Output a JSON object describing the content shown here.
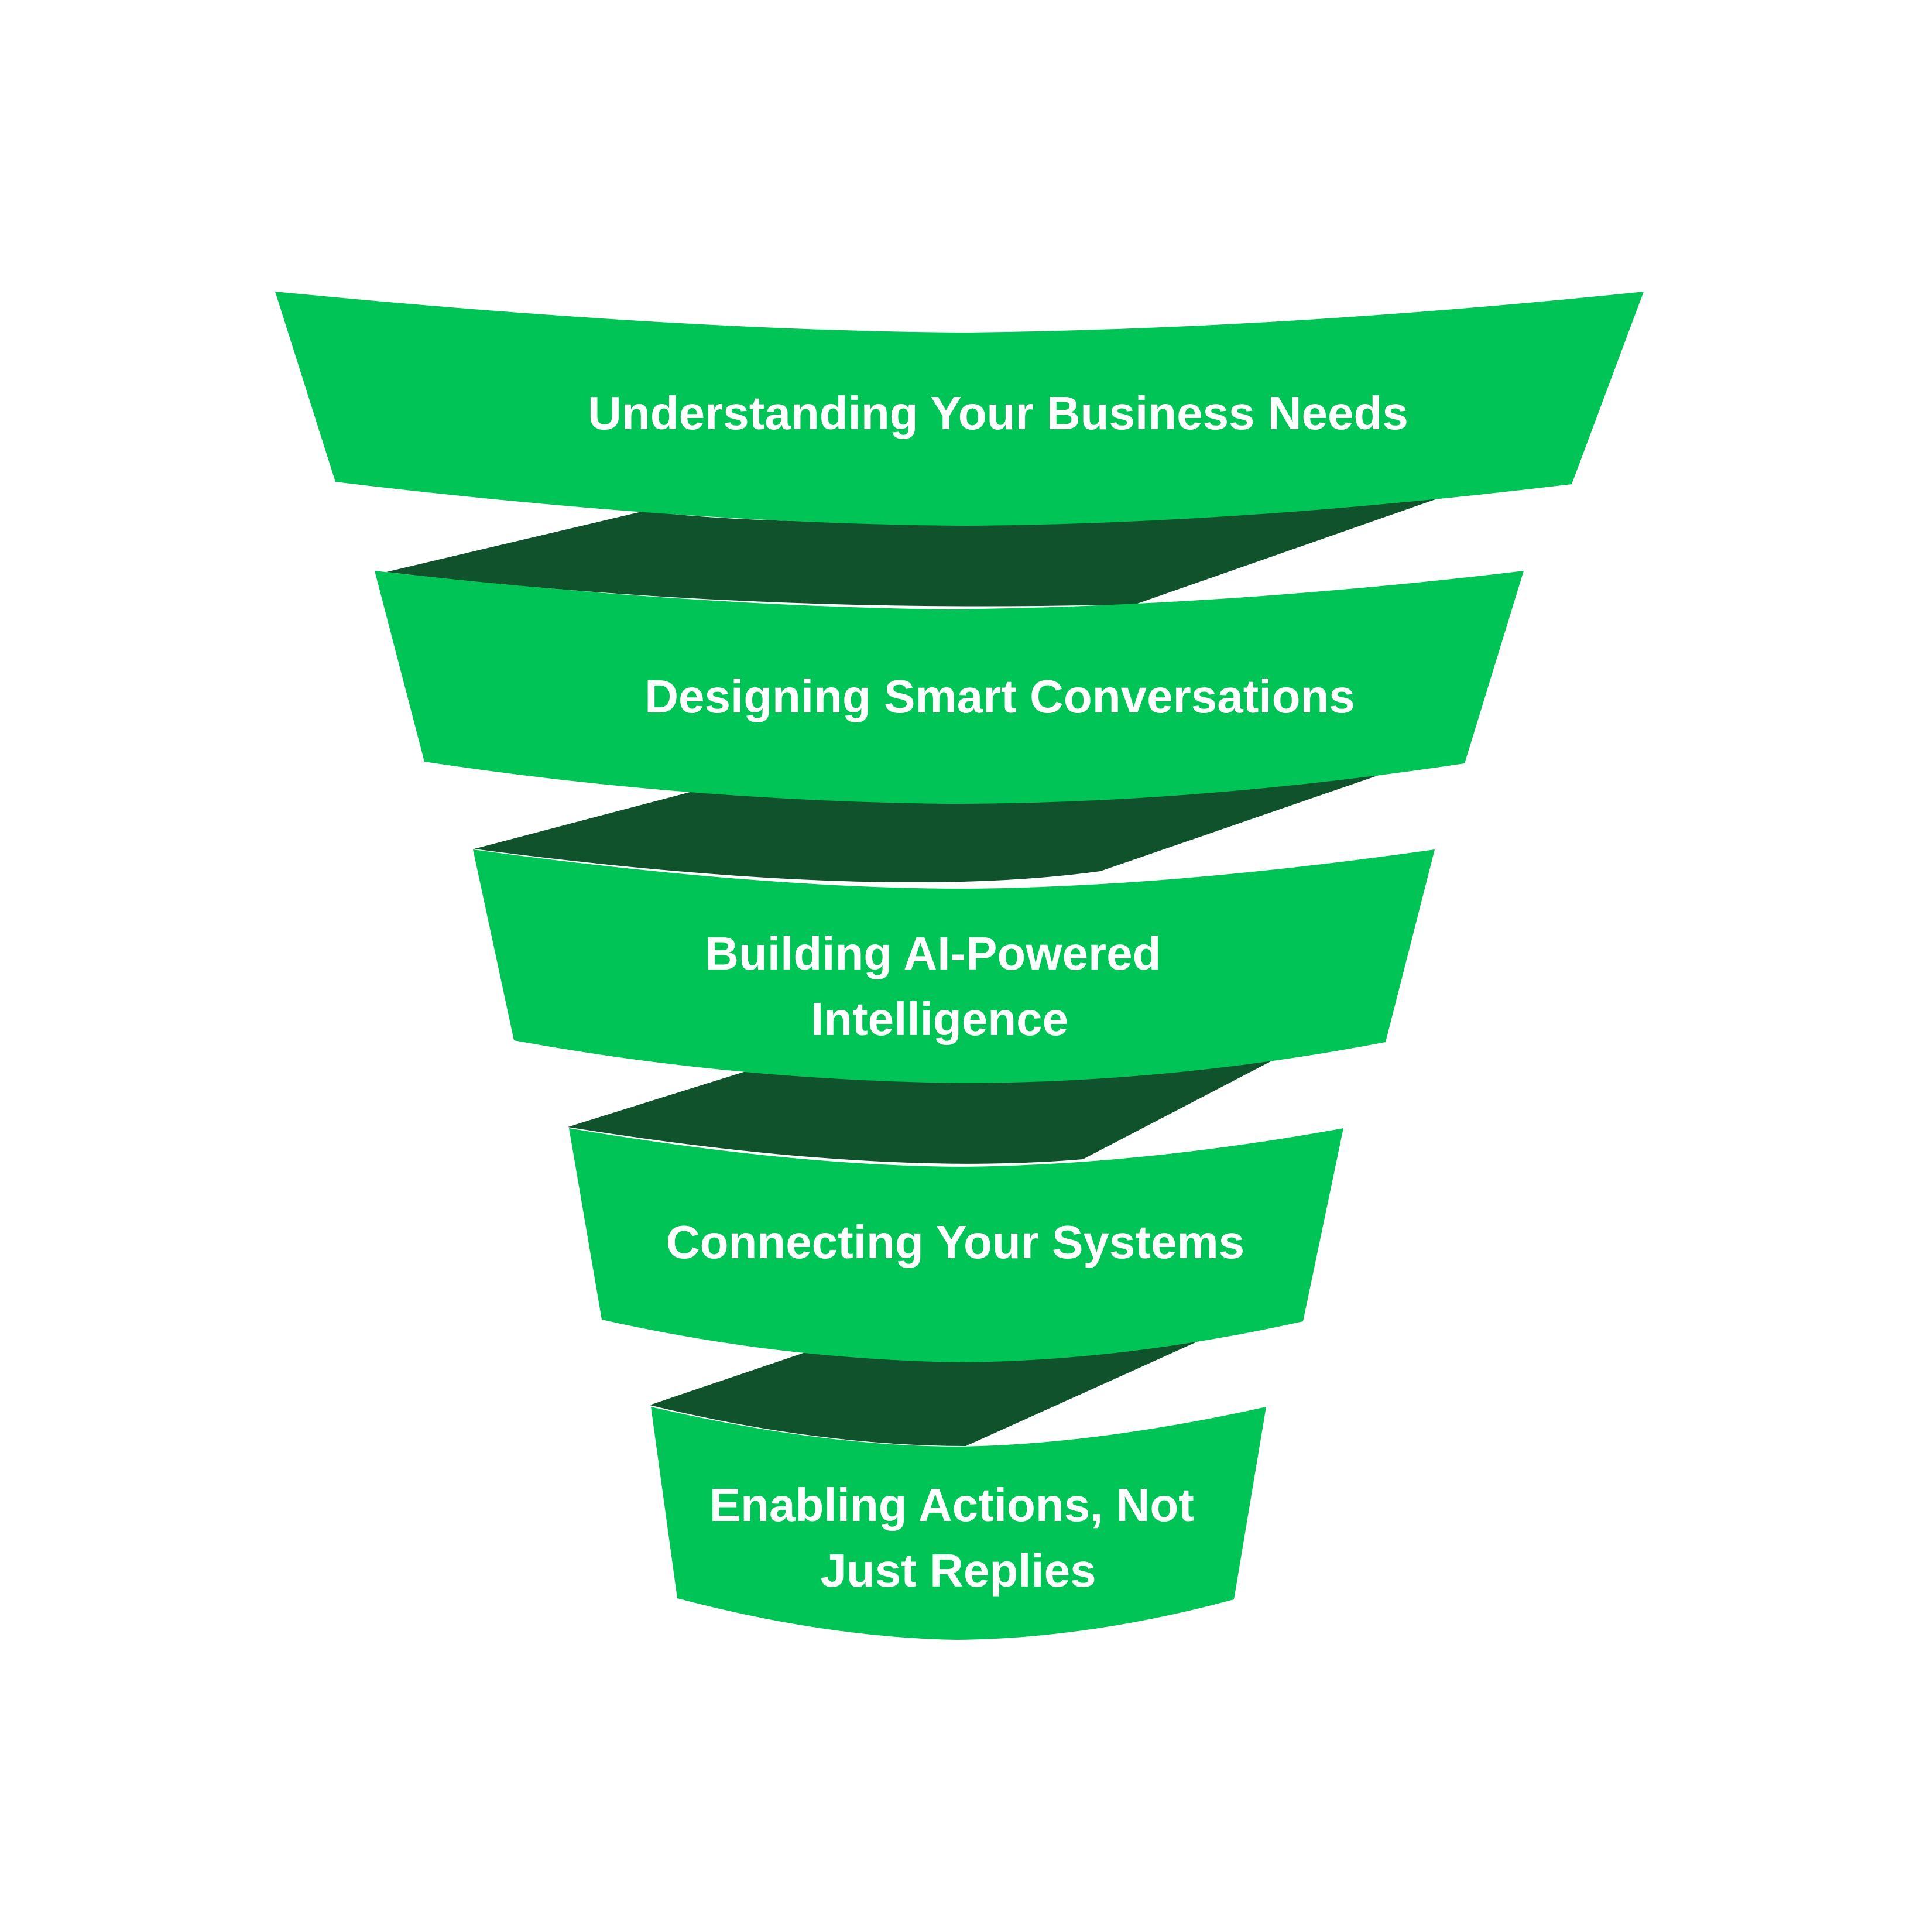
{
  "colors": {
    "background": "#ffffff",
    "band": "#00c455",
    "connector": "#0f522b",
    "text": "#ffffff"
  },
  "funnel": {
    "stages": [
      {
        "lines": [
          "Understanding Your Business Needs"
        ]
      },
      {
        "lines": [
          "Designing Smart Conversations"
        ]
      },
      {
        "lines": [
          "Building AI-Powered",
          "Intelligence"
        ]
      },
      {
        "lines": [
          "Connecting Your Systems"
        ]
      },
      {
        "lines": [
          "Enabling Actions, Not",
          "Just Replies"
        ]
      }
    ]
  }
}
